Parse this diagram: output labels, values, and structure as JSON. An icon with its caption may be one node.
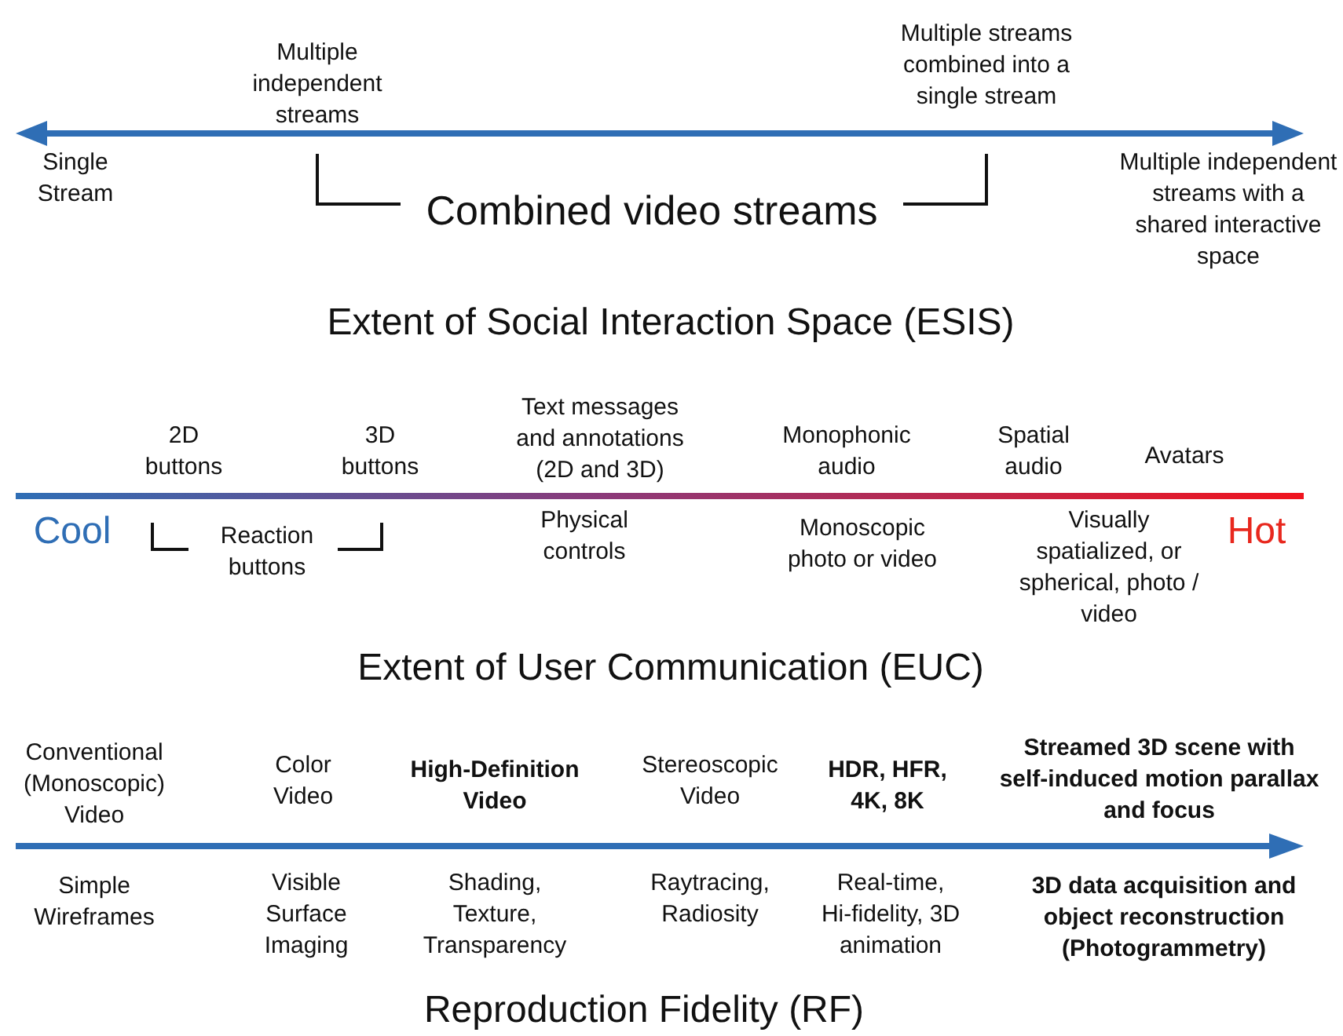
{
  "diagram": {
    "labels": [
      "Multiple independent streams",
      "Multiple streams combined into a single stream",
      "Single Stream",
      "Combined video streams",
      "Multiple independent streams with a shared interactive space",
      "Extent of Social Interaction Space (ESIS)",
      "2D buttons",
      "3D buttons",
      "Text messages and annotations (2D and 3D)",
      "Monophonic audio",
      "Spatial audio",
      "Avatars",
      "Cool",
      "Reaction buttons",
      "Physical controls",
      "Monoscopic photo or video",
      "Visually spatialized, or spherical, photo / video",
      "Hot",
      "Extent of User Communication (EUC)",
      "Conventional (Monoscopic) Video",
      "Color Video",
      "High-Definition Video",
      "Stereoscopic Video",
      "HDR, HFR, 4K, 8K",
      "Streamed 3D scene with self-induced motion parallax and focus",
      "Simple Wireframes",
      "Visible Surface Imaging",
      "Shading, Texture, Transparency",
      "Raytracing, Radiosity",
      "Real-time, Hi-fidelity, 3D animation",
      "3D data acquisition and object reconstruction (Photogrammetry)",
      "Reproduction Fidelity (RF)"
    ]
  }
}
